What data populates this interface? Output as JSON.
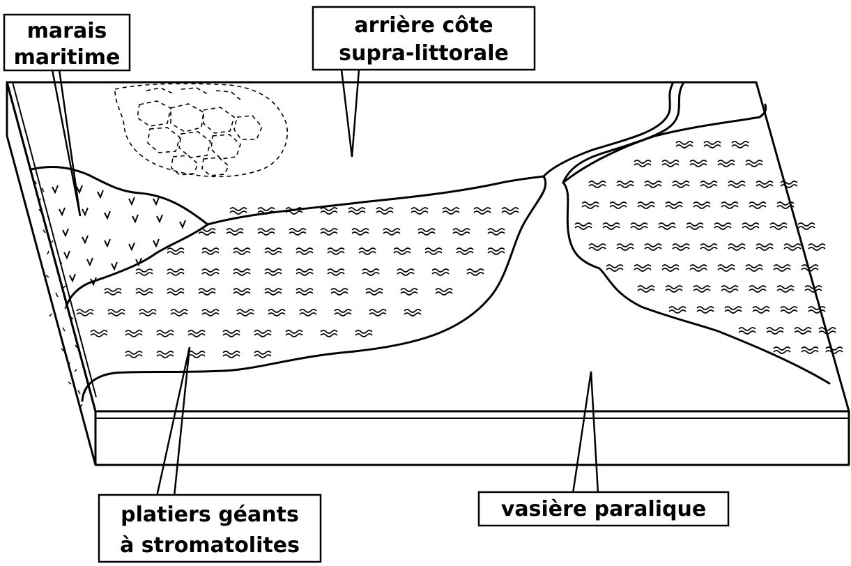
{
  "labels": {
    "marais_maritime": [
      "marais",
      "maritime"
    ],
    "arriere_cote": [
      "arrière côte",
      "supra-littorale"
    ],
    "platiers": [
      "platiers géants",
      "à stromatolites"
    ],
    "vasiere": [
      "vasière paralique"
    ]
  },
  "icons": {
    "tidal_flat": "wavy-double-dash-icon",
    "salt_marsh": "v-grass-icon",
    "polygons": "desiccation-polygon-icon"
  },
  "colors": {
    "ink": "#000000",
    "paper": "#ffffff"
  }
}
